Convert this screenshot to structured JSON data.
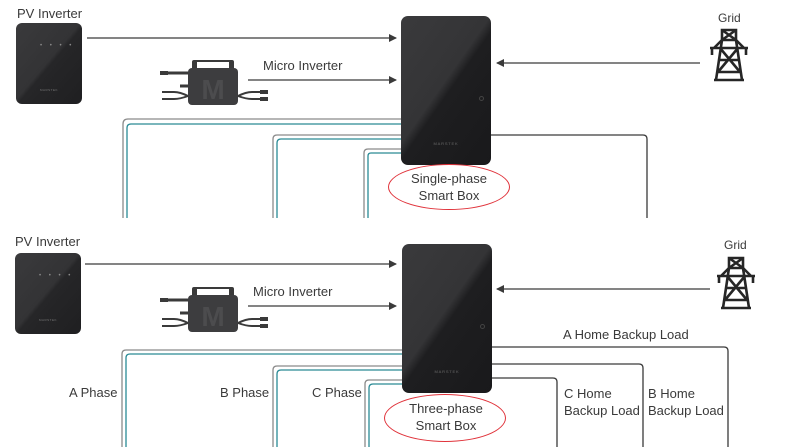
{
  "panels": [
    {
      "id": "single-phase",
      "pv_inverter": {
        "label": "PV Inverter",
        "dots": "• • • •",
        "brand": "MARSTEK"
      },
      "micro_inverter": {
        "label": "Micro Inverter",
        "logo": "M"
      },
      "grid": {
        "label": "Grid",
        "icon": "power-tower-icon"
      },
      "smart_box": {
        "label_line1": "Single-phase",
        "label_line2": "Smart Box",
        "brand": "MARSTEK"
      }
    },
    {
      "id": "three-phase",
      "pv_inverter": {
        "label": "PV Inverter",
        "dots": "• • • •",
        "brand": "MARSTEK"
      },
      "micro_inverter": {
        "label": "Micro Inverter",
        "logo": "M"
      },
      "grid": {
        "label": "Grid",
        "icon": "power-tower-icon"
      },
      "smart_box": {
        "label_line1": "Three-phase",
        "label_line2": "Smart Box",
        "brand": "MARSTEK"
      },
      "phases": [
        "A Phase",
        "B Phase",
        "C Phase"
      ],
      "loads": {
        "a": "A Home Backup Load",
        "c_line1": "C Home",
        "c_line2": "Backup Load",
        "b_line1": "B Home",
        "b_line2": "Backup Load"
      }
    }
  ],
  "colors": {
    "wire_dark": "#3a3a3a",
    "wire_grey": "#8a8a8a",
    "wire_teal": "#2a8a95",
    "highlight": "#e0323a",
    "device": "#232325"
  }
}
